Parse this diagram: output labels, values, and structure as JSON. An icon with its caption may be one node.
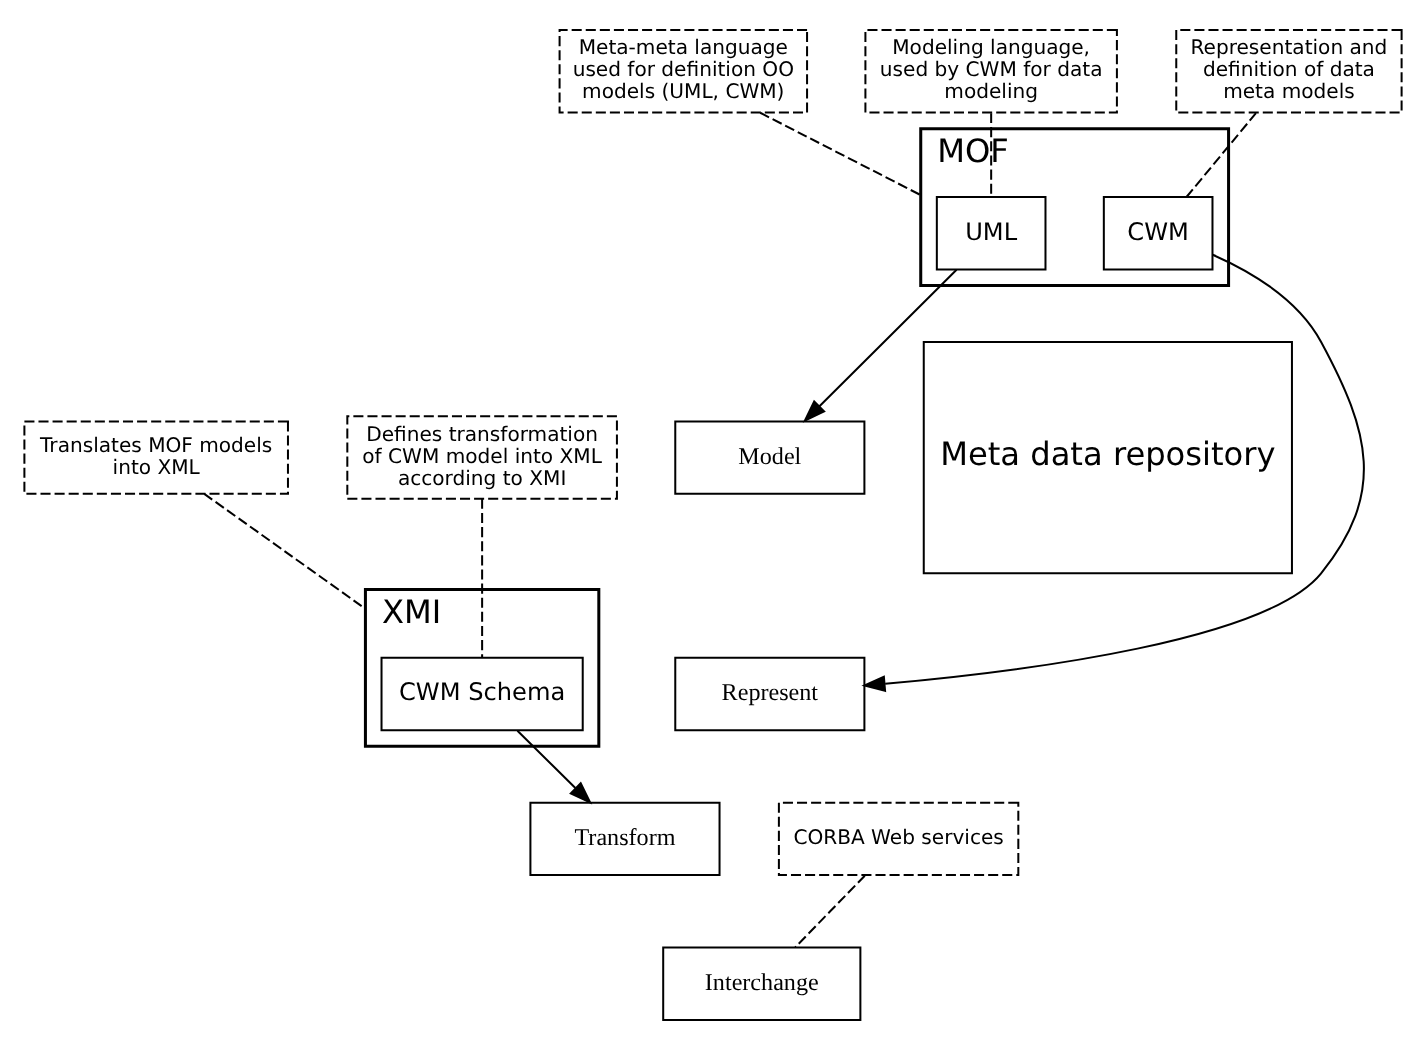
{
  "diagram": {
    "nodes": [
      {
        "text": [
          "Meta-meta language used for definition OO models (UML, CWM)"
        ]
      },
      {
        "text": [
          "MOF"
        ]
      },
      {
        "text": [
          "UML"
        ],
        "in": 1
      },
      {
        "text": [
          "CWM"
        ],
        "in": 1
      },
      {
        "text": [
          "XMI"
        ]
      },
      {
        "text": [
          "CWM Schema"
        ],
        "in": 4
      },
      {
        "text": [
          "Translates MOF models into XML"
        ]
      },
      {
        "text": [
          "Modeling language, used by CWM for data modeling"
        ]
      },
      {
        "text": [
          "Meta data repository"
        ]
      },
      {
        "text": [
          "Model"
        ]
      },
      {
        "text": [
          "Represent"
        ]
      },
      {
        "text": [
          "Transform"
        ]
      },
      {
        "text": [
          "Interchange"
        ]
      },
      {
        "text": [
          "Representation and definition of data meta models"
        ]
      },
      {
        "text": [
          "Defines transformation of CWM model into XML according to XMI"
        ]
      },
      {
        "text": [
          "CORBA Web services"
        ]
      }
    ],
    "edges": [
      {
        "from": 0,
        "to": 1,
        "arrow": "none",
        "style": "dashed"
      },
      {
        "from": 6,
        "to": 4,
        "arrow": "none",
        "style": "dashed"
      },
      {
        "from": 7,
        "to": 2,
        "arrow": "none",
        "style": "dashed"
      },
      {
        "from": 13,
        "to": 3,
        "arrow": "none",
        "style": "dashed"
      },
      {
        "from": 2,
        "to": 9,
        "arrow": "to"
      },
      {
        "from": 3,
        "to": 10,
        "arrow": "to"
      },
      {
        "from": 5,
        "to": 11,
        "arrow": "to"
      },
      {
        "from": 14,
        "to": 5,
        "arrow": "none",
        "style": "dashed"
      },
      {
        "from": 15,
        "to": 12,
        "arrow": "none",
        "style": "dashed"
      }
    ]
  }
}
